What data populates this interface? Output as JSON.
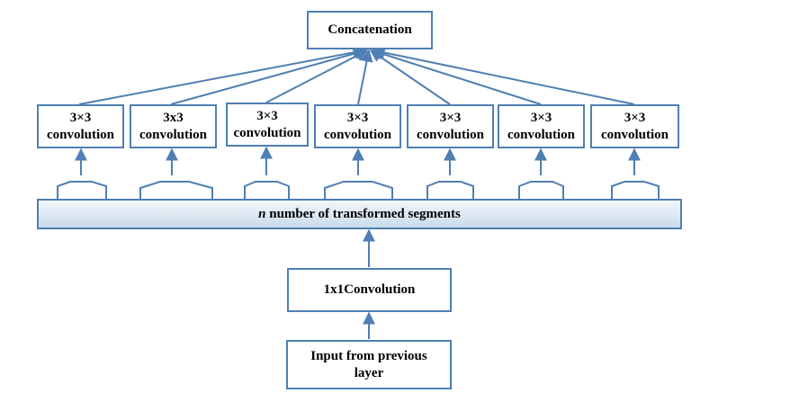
{
  "diagram": {
    "top_box": "Concatenation",
    "conv_boxes": [
      "3×3\nconvolution",
      "3x3\nconvolution",
      "3×3\nconvolution",
      "3×3\nconvolution",
      "3×3\nconvolution",
      "3×3\nconvolution",
      "3×3\nconvolution"
    ],
    "segments_variable": "n",
    "segments_label": " number of transformed segments",
    "middle_box": "1x1Convolution",
    "bottom_box": "Input from previous\nlayer",
    "colors": {
      "stroke": "#4f7fb3",
      "bar_top": "#f2f7fb",
      "bar_bottom": "#c9dbea"
    }
  }
}
